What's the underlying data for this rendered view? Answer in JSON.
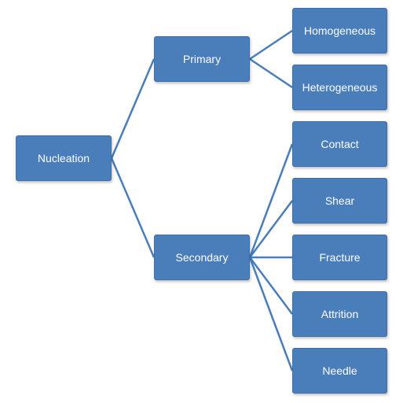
{
  "diagram": {
    "root": {
      "label": "Nucleation"
    },
    "branches": [
      {
        "label": "Primary",
        "children": [
          {
            "label": "Homogeneous"
          },
          {
            "label": "Heterogeneous"
          }
        ]
      },
      {
        "label": "Secondary",
        "children": [
          {
            "label": "Contact"
          },
          {
            "label": "Shear"
          },
          {
            "label": "Fracture"
          },
          {
            "label": "Attrition"
          },
          {
            "label": "Needle"
          }
        ]
      }
    ]
  },
  "colors": {
    "node_fill": "#4a7ebb",
    "line": "#4a7ebb",
    "text": "#ffffff"
  }
}
